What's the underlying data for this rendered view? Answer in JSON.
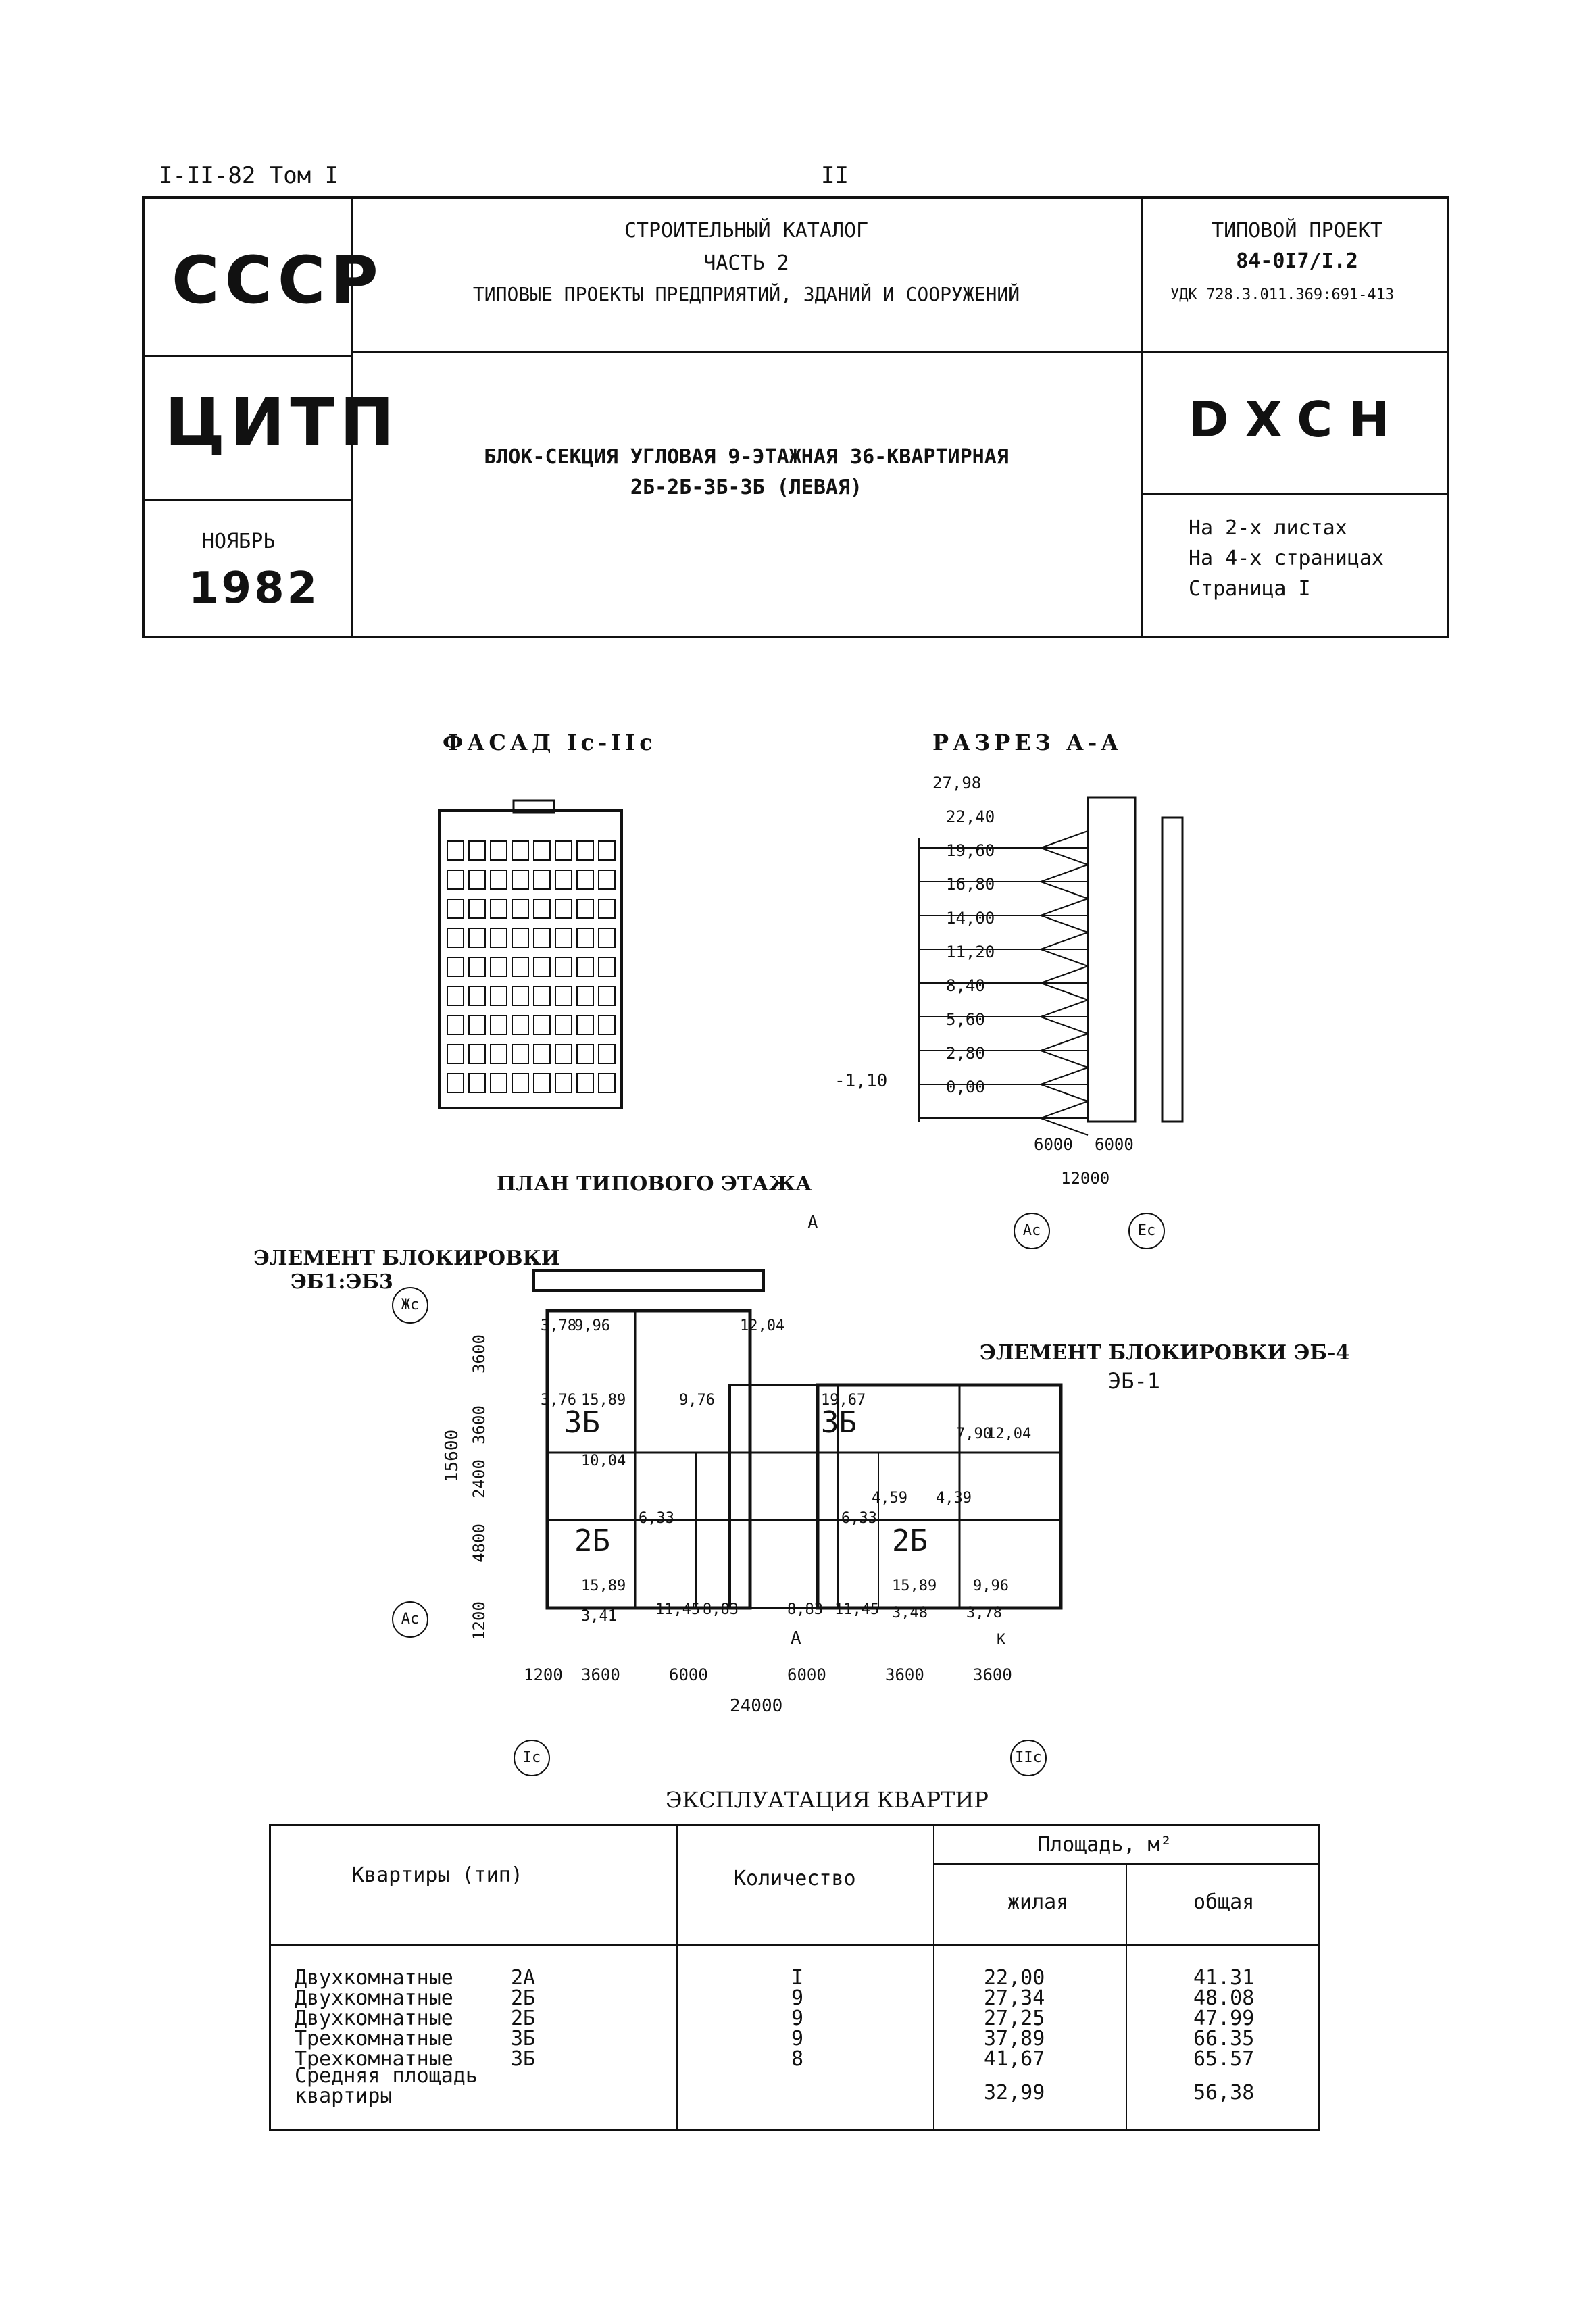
{
  "header": {
    "series": "I-II-82 Том I",
    "page_num": "II"
  },
  "title_block": {
    "ussr": "СССР",
    "citp": "ЦИТП",
    "month": "НОЯБРЬ",
    "year": "1982",
    "catalog_line1": "СТРОИТЕЛЬНЫЙ КАТАЛОГ",
    "catalog_line2": "ЧАСТЬ 2",
    "catalog_line3": "ТИПОВЫЕ ПРОЕКТЫ ПРЕДПРИЯТИЙ, ЗДАНИЙ И СООРУЖЕНИЙ",
    "project_label": "ТИПОВОЙ ПРОЕКТ",
    "project_number": "84-0I7/I.2",
    "udk": "УДК 728.3.011.369:691-413",
    "code": "DXCH",
    "name_line1": "БЛОК-СЕКЦИЯ УГЛОВАЯ 9-ЭТАЖНАЯ 36-КВАРТИРНАЯ",
    "name_line2": "2Б-2Б-3Б-3Б (ЛЕВАЯ)",
    "sheets": "На 2-х листах",
    "pages": "На 4-х страницах",
    "page": "Страница I"
  },
  "drawings": {
    "facade_title": "ФАСАД Iс-IIс",
    "section_title": "РАЗРЕЗ А-А",
    "section_levels": [
      "27,98",
      "22,40",
      "19,60",
      "16,80",
      "14,00",
      "11,20",
      "8,40",
      "5,60",
      "2,80",
      "0,00"
    ],
    "section_ground": "-1,10",
    "section_dims": [
      "6000",
      "6000"
    ],
    "section_total": "12000",
    "section_axes": [
      "Ас",
      "Ес"
    ],
    "plan_title": "ПЛАН ТИПОВОГО ЭТАЖА",
    "elem_left_line1": "ЭЛЕМЕНТ БЛОКИРОВКИ",
    "elem_left_line2": "ЭБ1:ЭБ3",
    "elem_right_line1": "ЭЛЕМЕНТ БЛОКИРОВКИ ЭБ-4",
    "elem_right_line2": "ЭБ-1",
    "plan_axes": [
      "Жс",
      "Ас",
      "Iс",
      "IIс"
    ],
    "plan_total": "24000",
    "plan_height": "15600",
    "plan_bottom_dims": [
      "1200",
      "3600",
      "6000",
      "6000",
      "3600",
      "3600"
    ],
    "plan_left_dims": [
      "3600",
      "3600",
      "2400",
      "4800",
      "1200"
    ],
    "apartment_labels": [
      "3Б",
      "3Б",
      "2Б",
      "2Б"
    ],
    "room_areas": [
      "3,78",
      "9,96",
      "12,04",
      "3,76",
      "15,89",
      "9,76",
      "19,67",
      "10,04",
      "7,90",
      "12,04",
      "6,33",
      "6,33",
      "4,59",
      "4,39",
      "15,89",
      "15,89",
      "9,96",
      "3,41",
      "11,45",
      "8,83",
      "8,83",
      "11,45",
      "3,48",
      "3,78"
    ],
    "section_mark": "А",
    "k_mark": "К"
  },
  "table": {
    "title": "ЭКСПЛУАТАЦИЯ КВАРТИР",
    "col_type": "Квартиры (тип)",
    "col_count": "Количество",
    "col_area": "Площадь, м²",
    "col_living": "жилая",
    "col_total": "общая",
    "rows": [
      {
        "name": "Двухкомнатные",
        "type": "2А",
        "count": "I",
        "living": "22,00",
        "total": "41.31"
      },
      {
        "name": "Двухкомнатные",
        "type": "2Б",
        "count": "9",
        "living": "27,34",
        "total": "48.08"
      },
      {
        "name": "Двухкомнатные",
        "type": "2Б",
        "count": "9",
        "living": "27,25",
        "total": "47.99"
      },
      {
        "name": "Трехкомнатные",
        "type": "3Б",
        "count": "9",
        "living": "37,89",
        "total": "66.35"
      },
      {
        "name": "Трехкомнатные",
        "type": "3Б",
        "count": "8",
        "living": "41,67",
        "total": "65.57"
      }
    ],
    "avg_label_line1": "Средняя площадь",
    "avg_label_line2": "квартиры",
    "avg_living": "32,99",
    "avg_total": "56,38"
  }
}
